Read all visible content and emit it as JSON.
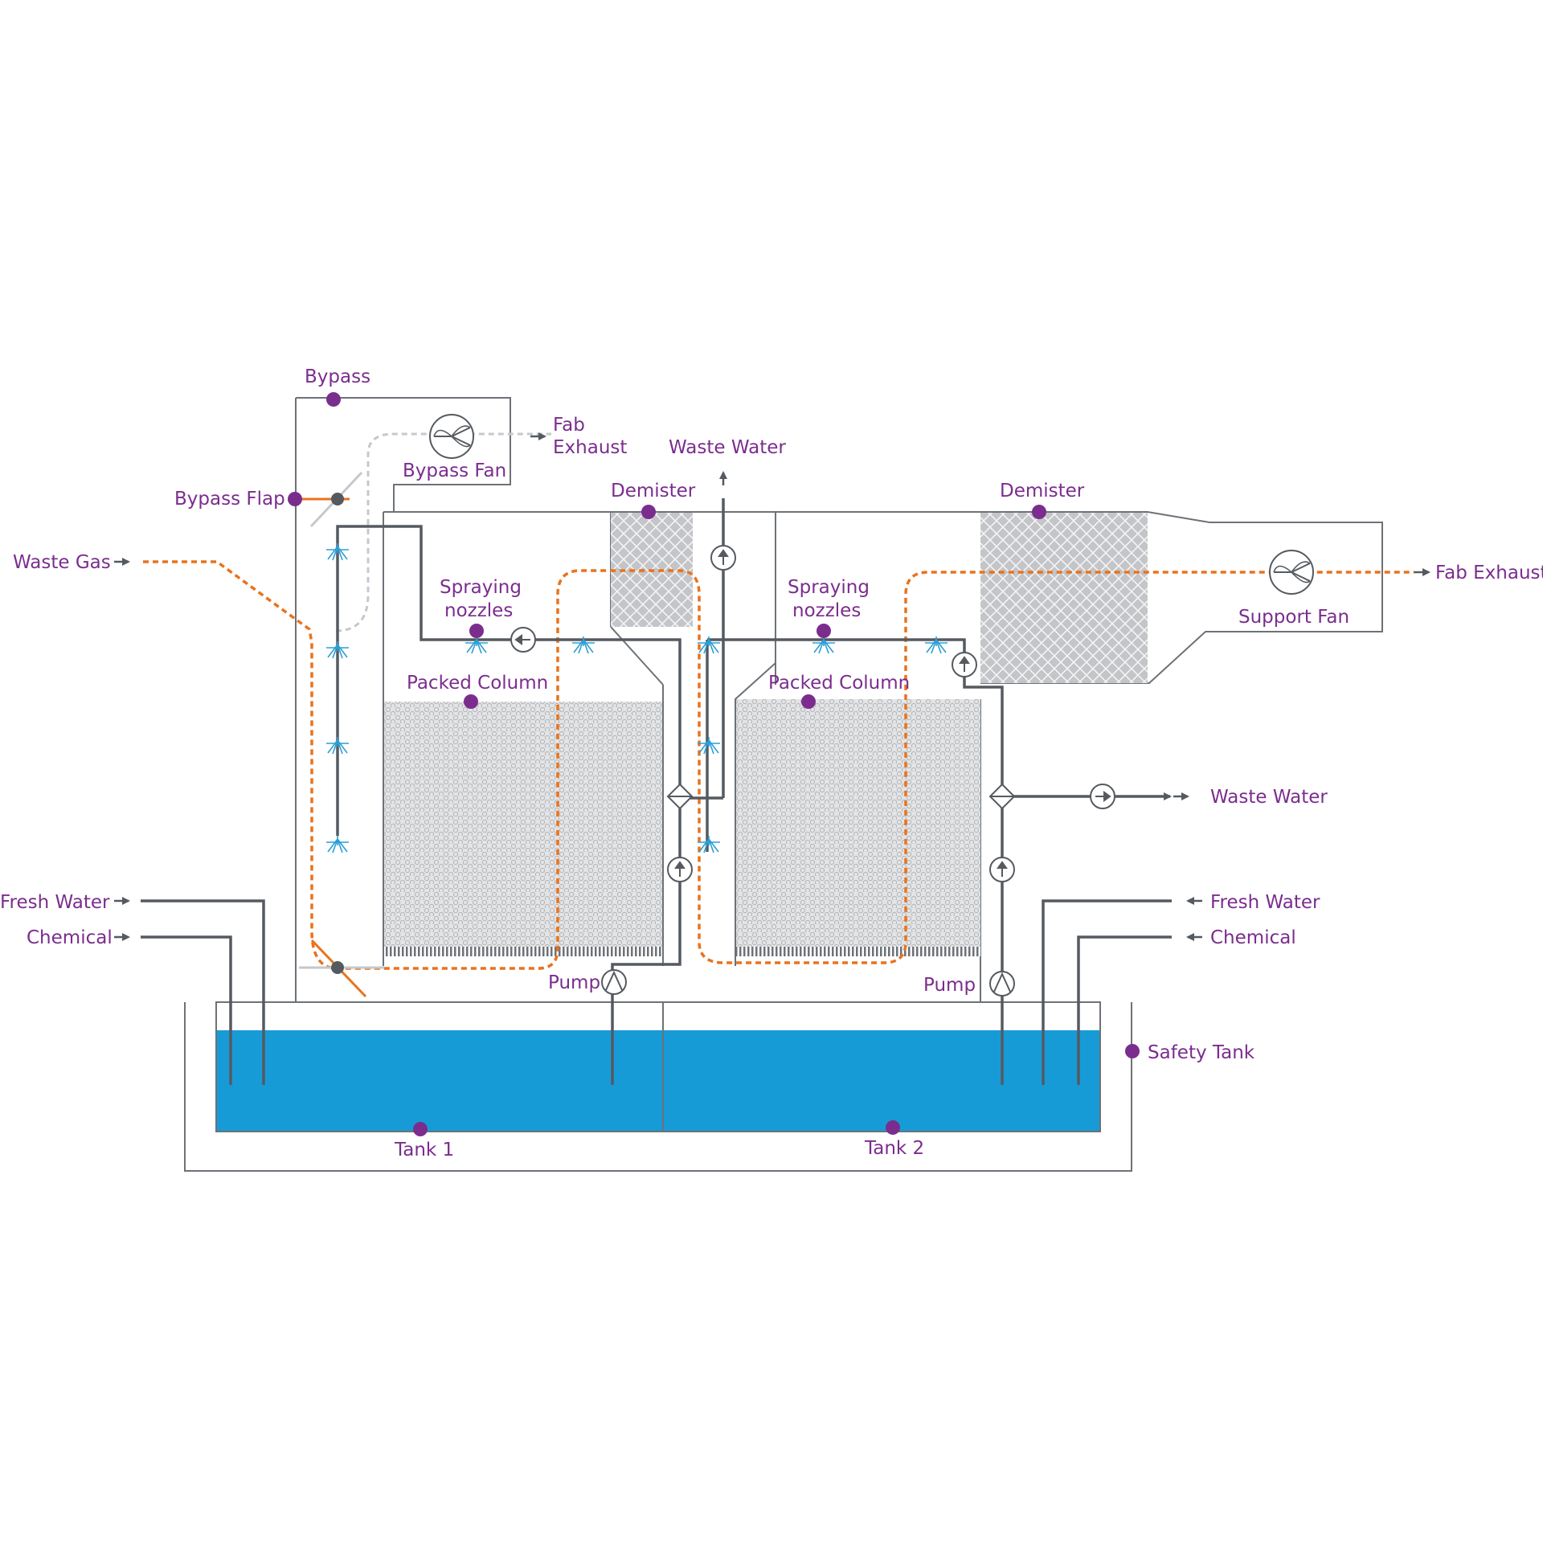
{
  "labels": {
    "bypass": "Bypass",
    "fab_exhaust_top_line1": "Fab",
    "fab_exhaust_top_line2": "Exhaust",
    "bypass_fan": "Bypass Fan",
    "bypass_flap": "Bypass Flap",
    "waste_gas": "Waste Gas",
    "waste_water_top": "Waste Water",
    "demister_1": "Demister",
    "demister_2": "Demister",
    "spraying_nozzles_1_line1": "Spraying",
    "spraying_nozzles_1_line2": "nozzles",
    "spraying_nozzles_2_line1": "Spraying",
    "spraying_nozzles_2_line2": "nozzles",
    "packed_column_1": "Packed Column",
    "packed_column_2": "Packed Column",
    "support_fan": "Support Fan",
    "fab_exhaust_right": "Fab Exhaust",
    "waste_water_right": "Waste Water",
    "fresh_water_left": "Fresh Water",
    "chemical_left": "Chemical",
    "fresh_water_right": "Fresh Water",
    "chemical_right": "Chemical",
    "pump_1": "Pump",
    "pump_2": "Pump",
    "safety_tank": "Safety Tank",
    "tank_1": "Tank 1",
    "tank_2": "Tank 2"
  },
  "colors": {
    "label": "#7b2d8e",
    "gas_flow": "#e8731e",
    "water": "#179bd7",
    "pipe": "#555a60",
    "nozzle": "#2a9fd6",
    "packing": "#d4d5d7",
    "demister": "#bfc1c4"
  },
  "icons": [
    "fan-icon",
    "pump-icon",
    "valve-icon",
    "flow-arrow-icon",
    "spray-nozzle-icon",
    "flap-valve-icon"
  ]
}
